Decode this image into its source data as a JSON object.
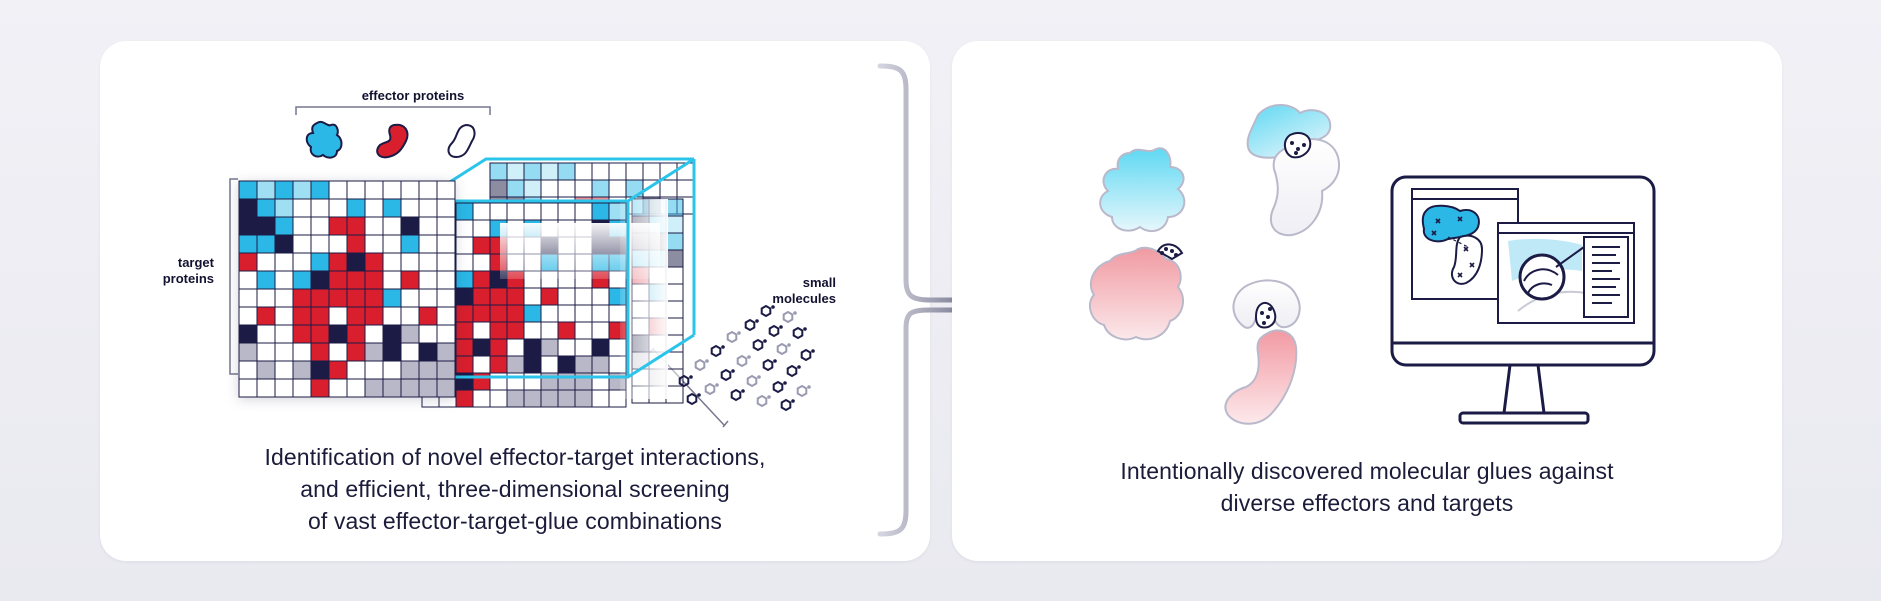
{
  "left_panel": {
    "effector_label": "effector proteins",
    "target_label_line1": "target",
    "target_label_line2": "proteins",
    "small_label_line1": "small",
    "small_label_line2": "molecules",
    "caption_line1": "Identification of novel effector-target interactions,",
    "caption_line2": "and efficient, three-dimensional screening",
    "caption_line3": "of vast effector-target-glue combinations"
  },
  "right_panel": {
    "caption_line1": "Intentionally discovered molecular glues against",
    "caption_line2": "diverse effectors and targets"
  },
  "colors": {
    "navy": "#1b1b46",
    "red": "#d91f2d",
    "cyan": "#2bb8e6",
    "gray": "#b8b8c8",
    "cyan_light": "#9fdff3"
  },
  "matrix": {
    "rows": [
      "CnCnCWWWWWWW",
      "NCnWWWCWCWWW",
      "NNCWWRRWWNWW",
      "CCNWWWRWWCWW",
      "RWWWCRNRWWWW",
      "WCWCNRRRWRWW",
      "WWWRRRRRCWWW",
      "WRWRRWRRWWRW",
      "NWWRRNRWNGWW",
      "GWWWRWRGNWNG",
      "WGWGNRWWWGGG",
      "WWWWRWWGGGGG"
    ]
  }
}
